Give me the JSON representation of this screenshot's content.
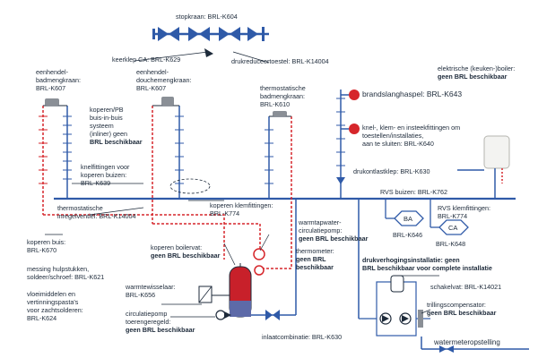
{
  "colors": {
    "blue": "#2f5aa8",
    "red": "#d6262b",
    "dark": "#1d2a3a",
    "fill_red": "#c8202a"
  },
  "labels": {
    "stopkraan": "stopkraan: BRL-K604",
    "keerklep": "keerklep CA: BRL-K629",
    "drukreduceer": "drukreduceertoestel: BRL-K14004",
    "eenhendel_bad": [
      "eenhendel-",
      "badmengkraan:",
      "BRL-K607"
    ],
    "eenhendel_douche": [
      "eenhendel-",
      "douchemengkraan:",
      "BRL-K607"
    ],
    "thermo_bad": [
      "thermostatische",
      "badmengkraan:",
      "BRL-K610"
    ],
    "brandslang": "brandslanghaspel: BRL-K643",
    "knel": [
      "knel-, klem- en insteekfittingen om",
      "toestellen/installaties,",
      "aan te sluiten: BRL-K640"
    ],
    "boiler": [
      "elektrische (keuken-)boiler:",
      "geen BRL beschikbaar"
    ],
    "koper_pb": [
      "koperen/PB",
      "buis-in-buis",
      "systeem",
      "(inliner) geen",
      "BRL beschikbaar"
    ],
    "knelfittingen": [
      "knelfittingen voor",
      "koperen buizen:",
      "BRL-K639"
    ],
    "drukontlast": "drukontlastklep: BRL-K630",
    "rvs_buizen": "RVS buizen: BRL-K762",
    "rvs_klem": [
      "RVS klemfittingen:",
      "BRL-K774"
    ],
    "thermo_inregel": [
      "thermostatische",
      "inregelventiel: BRL-K14004"
    ],
    "koperen_klem": [
      "koperen klemfittingen:",
      "BRL-K774"
    ],
    "warmtapwater": [
      "warmtapwater-",
      "circulatiepomp:",
      "geen BRL beschikbaar"
    ],
    "koperen_buis": [
      "koperen buis:",
      "BRL-K670"
    ],
    "koperen_boiler": [
      "koperen boilervat:",
      "geen BRL beschikbaar"
    ],
    "thermometer": [
      "thermometer:",
      "geen BRL",
      "beschikbaar"
    ],
    "messing": [
      "messing hulpstukken,",
      "soldeer/schroef: BRL-K621"
    ],
    "drukverhoging": [
      "drukverhogingsinstallatie: geen",
      "BRL beschikbaar voor complete installatie"
    ],
    "warmtewisselaar": [
      "warmtewisselaar:",
      "BRL-K656"
    ],
    "schakelvat": "schakelvat: BRL-K14021",
    "vloeimiddelen": [
      "vloeimiddelen en",
      "vertinningspasta's",
      "voor zachtsolderen:",
      "BRL-K624"
    ],
    "circulatiepomp": [
      "circulatiepomp",
      "toerengeregeld:",
      "geen BRL beschikbaar"
    ],
    "trillings": [
      "trillingscompensator:",
      "geen BRL beschikbaar"
    ],
    "inlaat": "inlaatcombinatie: BRL-K630",
    "watermeter": "watermeteropstelling",
    "ba": "BA",
    "ba_code": "BRL-K646",
    "ca": "CA",
    "ca_code": "BRL-K648"
  }
}
